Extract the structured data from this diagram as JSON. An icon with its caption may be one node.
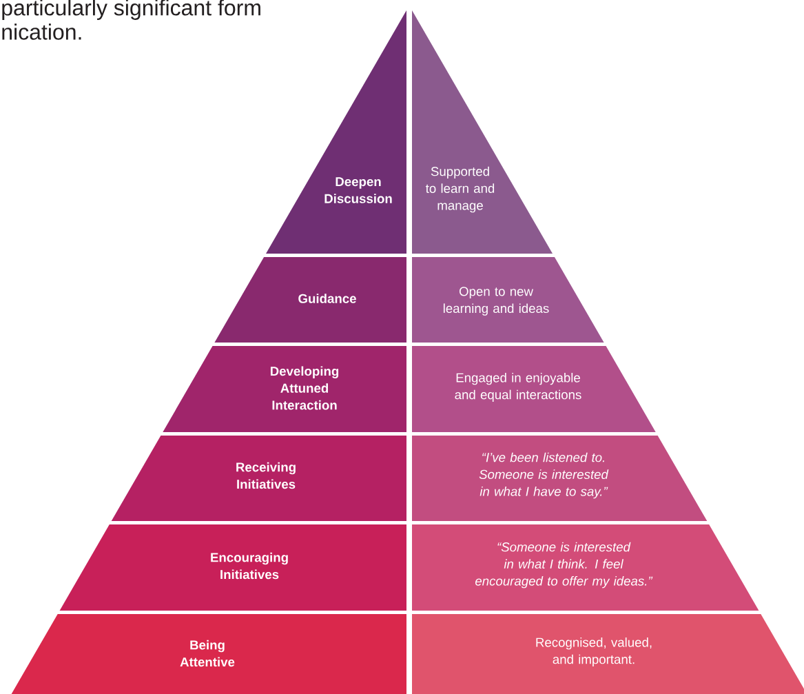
{
  "diagram": {
    "nodes": [
      {
        "text": [
          "Deepen Discussion"
        ]
      },
      {
        "text": [
          "Supported to learn and manage"
        ]
      },
      {
        "text": [
          "Guidance"
        ]
      },
      {
        "text": [
          "Open to new learning and ideas"
        ]
      },
      {
        "text": [
          "Developing Attuned Interaction"
        ]
      },
      {
        "text": [
          "Engaged in enjoyable and equal interactions"
        ]
      },
      {
        "text": [
          "Receiving Initiatives"
        ]
      },
      {
        "text": [
          "“I’ve been listened to. Someone is interested in what I have to say.”"
        ]
      },
      {
        "text": [
          "Encouraging Initiatives"
        ]
      },
      {
        "text": [
          "“Someone is interested in what I think. I feel encouraged to offer my ideas.”"
        ]
      },
      {
        "text": [
          "Being Attentive"
        ]
      },
      {
        "text": [
          "Recognised, valued, and important."
        ]
      }
    ],
    "labels": [
      "particularly significant form",
      "nication."
    ]
  }
}
